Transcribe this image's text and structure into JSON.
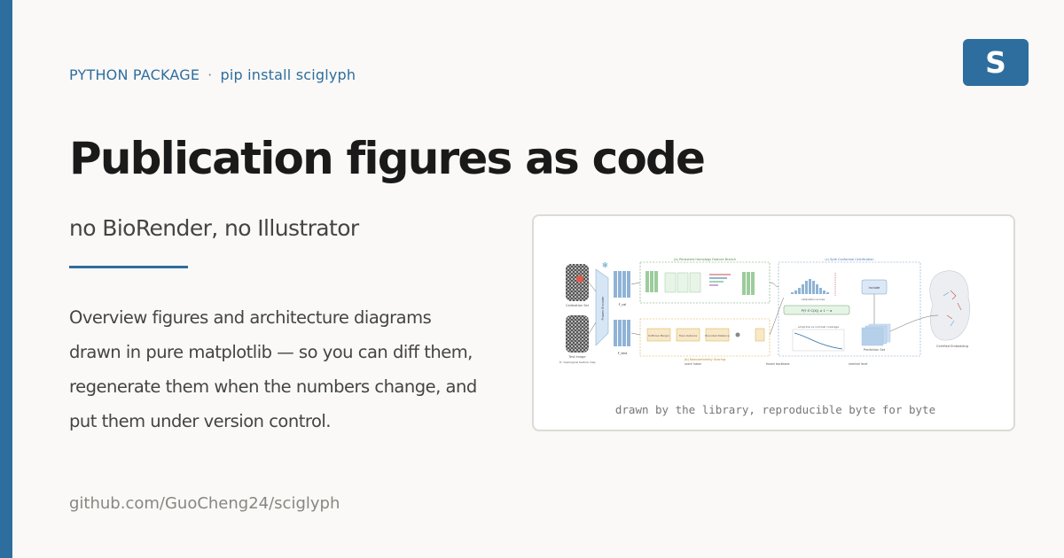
{
  "brand": {
    "logo_letter": "S",
    "accent_color": "#2e6e9e"
  },
  "eyebrow": {
    "category": "PYTHON PACKAGE",
    "separator": "·",
    "install": "pip install sciglyph"
  },
  "hero": {
    "title": "Publication figures as code",
    "subtitle": "no BioRender, no Illustrator",
    "description": "Overview figures and architecture diagrams drawn in pure matplotlib — so you can diff them, regenerate them when the numbers change, and put them under version control."
  },
  "footer": {
    "repo": "github.com/GuoCheng24/sciglyph"
  },
  "figure": {
    "caption": "drawn by the library, reproducible byte for byte",
    "labels": {
      "panel_a": "(a) Persistent Homology Feature Branch",
      "panel_b": "(b) Nonconformity Scoring",
      "panel_c": "(c) Split Conformal Certification",
      "calibration_set": "Calibration Set",
      "test_image": "Test Image",
      "topo_map": "ℳ: topological feature map",
      "encoder": "Frozen Encoder",
      "f_cal": "F_cal",
      "f_test": "F_test",
      "cal_scores": "calibration scores",
      "include": "include",
      "coverage_eq": "P(Y ∈ C(X)) ≥ 1 − α",
      "empirical": "empirical vs nominal coverage",
      "prediction_set": "Prediction Set",
      "certified": "Certified Embedding",
      "softmax": "Softmax Margin",
      "topo_distance": "Topo distance",
      "bounded": "Bounded Distance",
      "legend_1": "score fusion",
      "legend_2": "frozen backbone",
      "legend_3": "nominal level"
    }
  }
}
